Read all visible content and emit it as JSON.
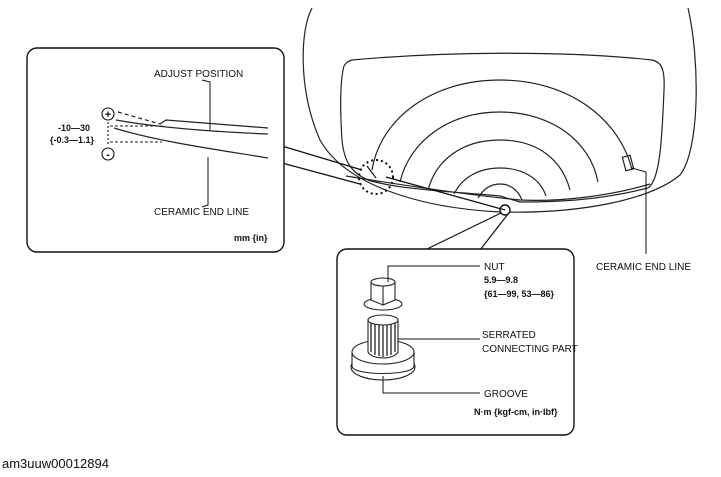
{
  "labels": {
    "adjust_position": "ADJUST POSITION",
    "range_mm": "-10—30",
    "range_in": "{-0.3—1.1}",
    "plus": "+",
    "minus": "-",
    "ceramic_end_line_detail": "CERAMIC END LINE",
    "unit_detail": "mm {in}",
    "ceramic_end_line_main": "CERAMIC END LINE",
    "nut": "NUT",
    "torque_nm": "5.9—9.8",
    "torque_alt": "{61—99, 53—86}",
    "serrated_1": "SERRATED",
    "serrated_2": "CONNECTING PART",
    "groove": "GROOVE",
    "torque_unit": "N·m {kgf-cm, in·lbf}"
  },
  "caption": "am3uuw00012894"
}
